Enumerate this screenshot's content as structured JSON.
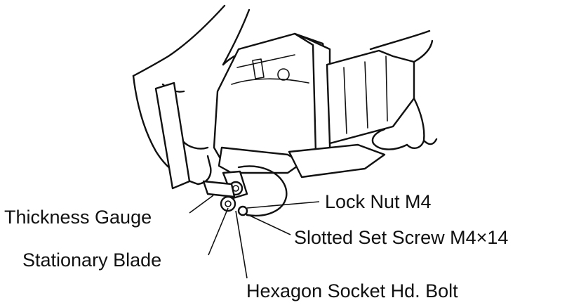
{
  "labels": {
    "thickness_gauge": "Thickness Gauge",
    "stationary_blade": "Stationary Blade",
    "hexagon_bolt": "Hexagon Socket Hd. Bolt",
    "lock_nut": "Lock Nut M4",
    "slotted_screw": "Slotted Set Screw M4×14"
  },
  "colors": {
    "ink": "#111111",
    "background": "#ffffff"
  }
}
